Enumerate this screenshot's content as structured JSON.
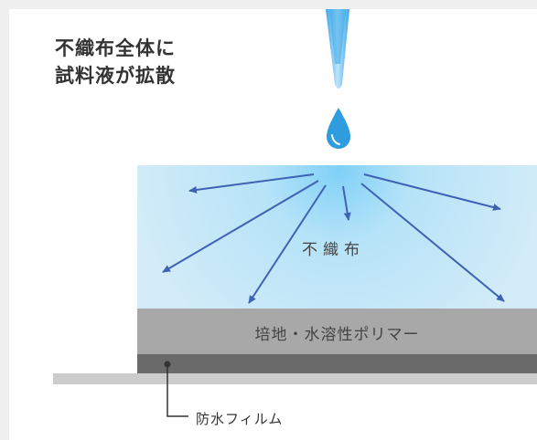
{
  "headline": {
    "line1": "不織布全体に",
    "line2": "試料液が拡散"
  },
  "layers": {
    "nonwoven": "不織布",
    "medium": "培地・水溶性ポリマー",
    "film": "防水フィルム"
  },
  "colors": {
    "nonwoven_fill": "#cdeaf8",
    "nonwoven_glow": "#7fd0f7",
    "medium_fill": "#a8a8a8",
    "dark_band": "#6a6a6a",
    "film_fill": "#cccccc",
    "arrow": "#3f62b3",
    "pipette": "#3aa7e8",
    "drop": "#2f9ce0"
  },
  "icons": {
    "pipette": "pipette-icon",
    "drop": "droplet-icon",
    "film_marker": "dot-marker-icon"
  }
}
